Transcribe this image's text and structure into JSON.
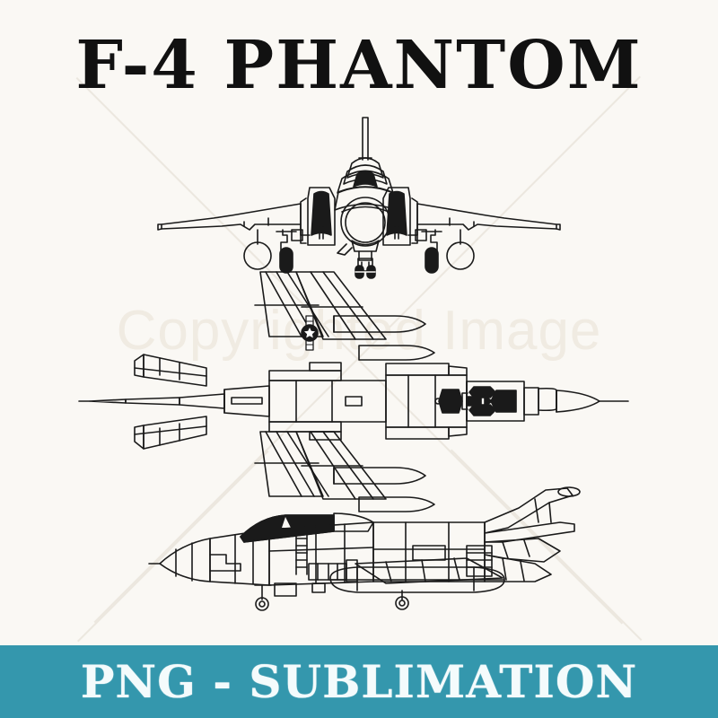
{
  "design": {
    "title": "F-4 PHANTOM",
    "subject": "F-4 Phantom II fighter jet blueprint line art",
    "background_color": "#faf8f4",
    "line_color": "#1a1a1a"
  },
  "watermark": {
    "text": "Copyrighted Image",
    "color": "#f0ebe2",
    "ray_color": "#e9e4db"
  },
  "banner": {
    "text": "PNG - SUBLIMATION",
    "background_color": "#3497ad",
    "text_color": "#f4fbfc"
  },
  "views": [
    {
      "name": "front-view",
      "label": "Front view",
      "details": [
        "tail fin",
        "twin intakes",
        "radome nose",
        "anhedral wingtips",
        "main landing gear",
        "nose landing gear",
        "external fuel tanks"
      ]
    },
    {
      "name": "top-view",
      "label": "Top / plan view",
      "details": [
        "swept wings",
        "tandem canopy",
        "US star-and-bars insignia",
        "wing fuel tanks",
        "stabilators",
        "vertical fin"
      ]
    },
    {
      "name": "side-view",
      "label": "Side / profile view",
      "details": [
        "dark canopy",
        "nose gear",
        "main gear",
        "centerline fuel tank",
        "vertical stabilizer",
        "anhedral stabilator"
      ]
    }
  ]
}
